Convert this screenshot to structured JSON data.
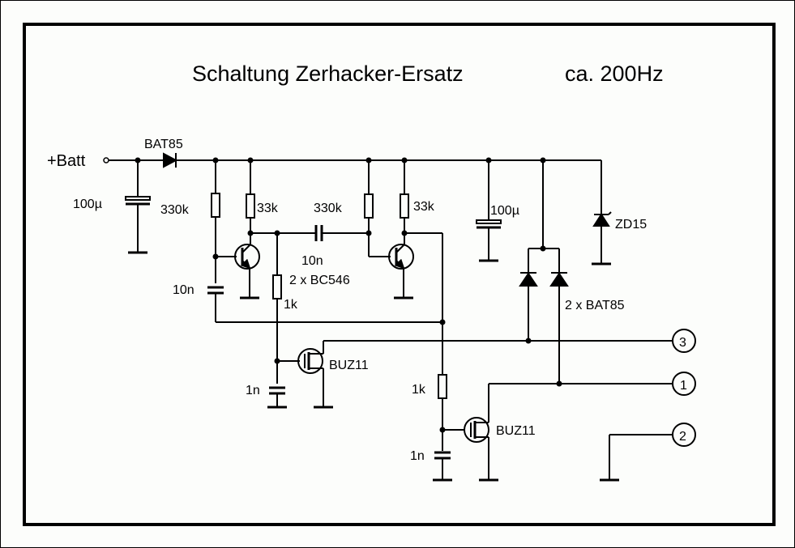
{
  "title": "Schaltung Zerhacker-Ersatz",
  "frequency": "ca. 200Hz",
  "labels": {
    "batt": "+Batt",
    "diode_in": "BAT85",
    "cap_in": "100µ",
    "r_base1": "330k",
    "r_coll1": "33k",
    "r_base2": "330k",
    "r_coll2": "33k",
    "cap_couple": "10n",
    "transistors": "2 x BC546",
    "cap_feedback": "10n",
    "r_gate1": "1k",
    "cap_gate1": "1n",
    "mosfet1": "BUZ11",
    "r_gate2": "1k",
    "cap_gate2": "1n",
    "mosfet2": "BUZ11",
    "cap_supply": "100µ",
    "zener": "ZD15",
    "diodes_out": "2 x BAT85"
  },
  "terminals": {
    "t1": "1",
    "t2": "2",
    "t3": "3"
  }
}
